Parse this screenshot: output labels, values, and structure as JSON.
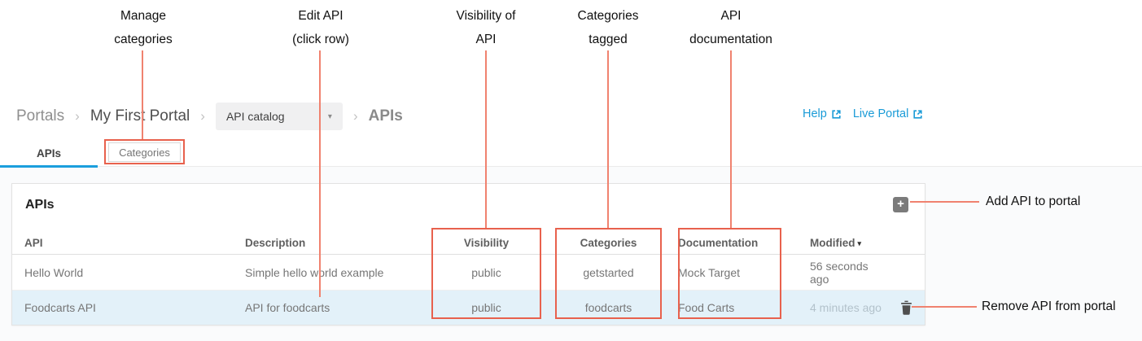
{
  "annotations": {
    "manage_categories": {
      "line1": "Manage",
      "line2": "categories"
    },
    "edit_api": {
      "line1": "Edit API",
      "line2": "(click row)"
    },
    "visibility_of_api": {
      "line1": "Visibility of",
      "line2": "API"
    },
    "categories_tagged": {
      "line1": "Categories",
      "line2": "tagged"
    },
    "api_documentation": {
      "line1": "API",
      "line2": "documentation"
    },
    "add_api": "Add API to portal",
    "remove_api": "Remove API from portal"
  },
  "breadcrumb": {
    "root": "Portals",
    "separator": "›",
    "portal_name": "My First Portal",
    "dropdown_value": "API catalog",
    "dropdown_caret": "▾",
    "current": "APIs"
  },
  "top_links": {
    "help": "Help",
    "live_portal": "Live Portal"
  },
  "tabs": {
    "apis": "APIs",
    "categories": "Categories"
  },
  "panel": {
    "title": "APIs",
    "add_button": "+"
  },
  "table": {
    "headers": {
      "api": "API",
      "description": "Description",
      "visibility": "Visibility",
      "categories": "Categories",
      "documentation": "Documentation",
      "modified": "Modified",
      "sort_caret": "▾"
    },
    "rows": [
      {
        "api": "Hello World",
        "description": "Simple hello world example",
        "visibility": "public",
        "categories": "getstarted",
        "documentation": "Mock Target",
        "modified": "56 seconds ago"
      },
      {
        "api": "Foodcarts API",
        "description": "API for foodcarts",
        "visibility": "public",
        "categories": "foodcarts",
        "documentation": "Food Carts",
        "modified": "4 minutes ago"
      }
    ]
  },
  "colors": {
    "annotation_red": "#e8614d",
    "annotation_line_red": "#f0826f",
    "link_blue": "#1a9bd7",
    "active_tab_underline": "#1b9fdd",
    "selected_row_bg": "#e3f1f9",
    "add_button_bg": "#7b7b7b"
  }
}
